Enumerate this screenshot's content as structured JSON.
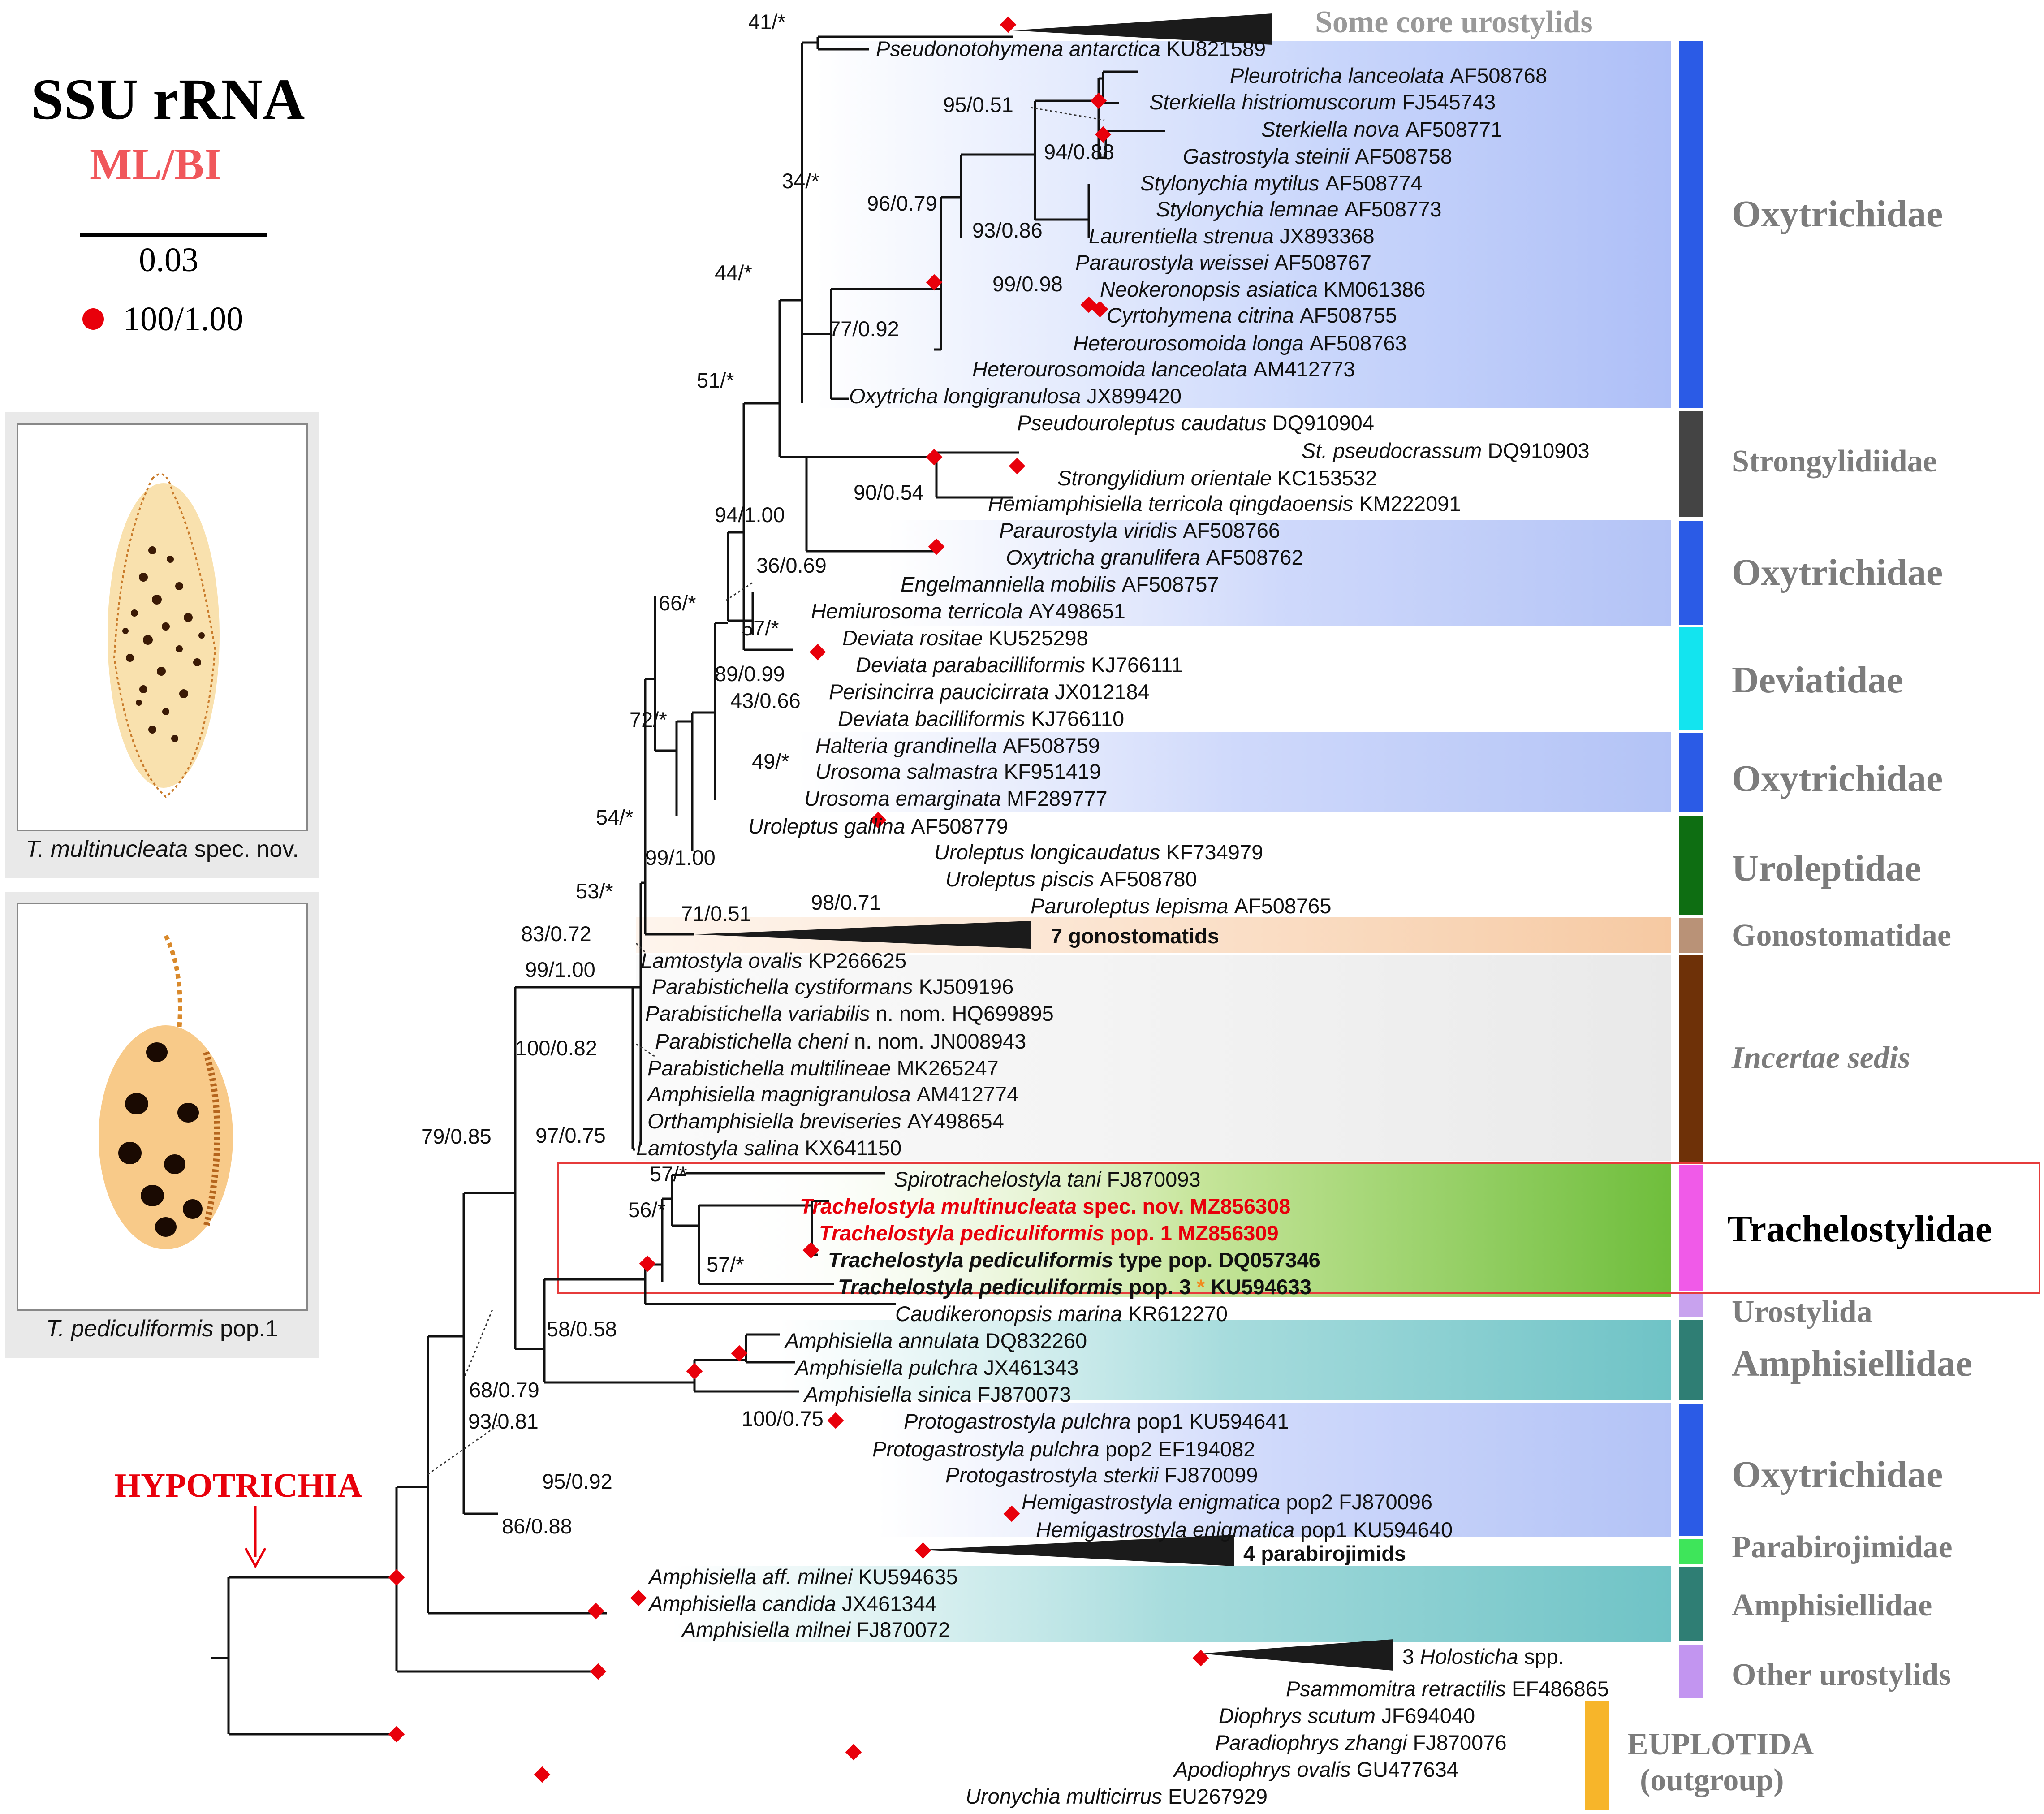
{
  "legend": {
    "title": "SSU rRNA",
    "subtitle": "ML/BI",
    "scale_value": "0.03",
    "full_support": "100/1.00"
  },
  "clade_label": "HYPOTRICHIA",
  "panels": [
    {
      "species": "T. multinucleata",
      "suffix": " spec. nov."
    },
    {
      "species": "T. pediculiformis",
      "suffix": " pop.1"
    }
  ],
  "taxa": [
    {
      "sp": "Pseudonotohymena antarctica",
      "acc": "KU821589"
    },
    {
      "sp": "Pleurotricha lanceolata",
      "acc": "AF508768"
    },
    {
      "sp": "Sterkiella histriomuscorum",
      "acc": "FJ545743"
    },
    {
      "sp": "Sterkiella nova",
      "acc": "AF508771"
    },
    {
      "sp": "Gastrostyla steinii",
      "acc": "AF508758"
    },
    {
      "sp": "Stylonychia mytilus",
      "acc": "AF508774"
    },
    {
      "sp": "Stylonychia lemnae",
      "acc": "AF508773"
    },
    {
      "sp": "Laurentiella strenua",
      "acc": "JX893368"
    },
    {
      "sp": "Paraurostyla weissei",
      "acc": "AF508767"
    },
    {
      "sp": "Neokeronopsis asiatica",
      "acc": "KM061386"
    },
    {
      "sp": "Cyrtohymena citrina",
      "acc": "AF508755"
    },
    {
      "sp": "Heterourosomoida longa",
      "acc": "AF508763"
    },
    {
      "sp": "Heterourosomoida lanceolata",
      "acc": "AM412773"
    },
    {
      "sp": "Oxytricha longigranulosa",
      "acc": "JX899420"
    },
    {
      "sp": "Pseudouroleptus caudatus",
      "acc": "DQ910904"
    },
    {
      "sp": "St. pseudocrassum",
      "acc": "DQ910903"
    },
    {
      "sp": "Strongylidium orientale",
      "acc": "KC153532"
    },
    {
      "sp": "Hemiamphisiella terricola qingdaoensis",
      "acc": "KM222091"
    },
    {
      "sp": "Paraurostyla viridis",
      "acc": "AF508766"
    },
    {
      "sp": "Oxytricha granulifera",
      "acc": "AF508762"
    },
    {
      "sp": "Engelmanniella mobilis",
      "acc": "AF508757"
    },
    {
      "sp": "Hemiurosoma terricola",
      "acc": "AY498651"
    },
    {
      "sp": "Deviata rositae",
      "acc": "KU525298"
    },
    {
      "sp": "Deviata parabacilliformis",
      "acc": "KJ766111"
    },
    {
      "sp": "Perisincirra paucicirrata",
      "acc": "JX012184"
    },
    {
      "sp": "Deviata bacilliformis",
      "acc": "KJ766110"
    },
    {
      "sp": "Halteria grandinella",
      "acc": "AF508759"
    },
    {
      "sp": "Urosoma salmastra",
      "acc": "KF951419"
    },
    {
      "sp": "Urosoma emarginata",
      "acc": "MF289777"
    },
    {
      "sp": "Uroleptus gallina",
      "acc": "AF508779"
    },
    {
      "sp": "Uroleptus longicaudatus",
      "acc": "KF734979"
    },
    {
      "sp": "Uroleptus piscis",
      "acc": "AF508780"
    },
    {
      "sp": "Paruroleptus lepisma",
      "acc": "AF508765"
    },
    {
      "sp": "Lamtostyla ovalis",
      "acc": "KP266625"
    },
    {
      "sp": "Parabistichella cystiformans",
      "acc": "KJ509196"
    },
    {
      "sp": "Parabistichella variabilis",
      "mid": "n. nom.",
      "acc": "HQ699895"
    },
    {
      "sp": "Parabistichella cheni",
      "mid": "n. nom.",
      "acc": "JN008943"
    },
    {
      "sp": "Parabistichella multilineae",
      "acc": "MK265247"
    },
    {
      "sp": "Amphisiella magnigranulosa",
      "acc": "AM412774"
    },
    {
      "sp": "Orthamphisiella breviseries",
      "acc": "AY498654"
    },
    {
      "sp": "Lamtostyla salina",
      "acc": "KX641150"
    },
    {
      "sp": "Spirotrachelostyla tani",
      "acc": "FJ870093"
    },
    {
      "sp": "Trachelostyla multinucleata",
      "mid": "spec. nov.",
      "acc": "MZ856308"
    },
    {
      "sp": "Trachelostyla pediculiformis",
      "mid": "pop. 1",
      "acc": "MZ856309"
    },
    {
      "sp": "Trachelostyla pediculiformis",
      "mid": "type pop.",
      "acc": "DQ057346"
    },
    {
      "sp": "Trachelostyla pediculiformis",
      "mid": "pop. 3",
      "mark": "*",
      "acc": "KU594633"
    },
    {
      "sp": "Caudikeronopsis marina",
      "acc": "KR612270"
    },
    {
      "sp": "Amphisiella annulata",
      "acc": "DQ832260"
    },
    {
      "sp": "Amphisiella pulchra",
      "acc": "JX461343"
    },
    {
      "sp": "Amphisiella sinica",
      "acc": "FJ870073"
    },
    {
      "sp": "Protogastrostyla pulchra",
      "mid": "pop1",
      "acc": "KU594641"
    },
    {
      "sp": "Protogastrostyla pulchra",
      "mid": "pop2",
      "acc": "EF194082"
    },
    {
      "sp": "Protogastrostyla sterkii",
      "acc": "FJ870099"
    },
    {
      "sp": "Hemigastrostyla enigmatica",
      "mid": "pop2",
      "acc": "FJ870096"
    },
    {
      "sp": "Hemigastrostyla enigmatica",
      "mid": "pop1",
      "acc": "KU594640"
    },
    {
      "sp": "Amphisiella aff. milnei",
      "acc": "KU594635"
    },
    {
      "sp": "Amphisiella candida",
      "acc": "JX461344"
    },
    {
      "sp": "Amphisiella milnei",
      "acc": "FJ870072"
    },
    {
      "sp": "Psammomitra retractilis",
      "acc": "EF486865"
    },
    {
      "sp": "Diophrys scutum",
      "acc": "JF694040"
    },
    {
      "sp": "Paradiophrys zhangi",
      "acc": "FJ870076"
    },
    {
      "sp": "Apodiophrys ovalis",
      "acc": "GU477634"
    },
    {
      "sp": "Uronychia multicirrus",
      "acc": "EU267929"
    }
  ],
  "collapsed": [
    {
      "label": "Some core urostylids"
    },
    {
      "label": "7 gonostomatids"
    },
    {
      "label": "4 parabirojimids"
    },
    {
      "count": "3",
      "sp": "Holosticha",
      "suffix": "spp."
    }
  ],
  "supports": [
    "41/*",
    "95/0.51",
    "34/*",
    "94/0.88",
    "96/0.79",
    "93/0.86",
    "44/*",
    "99/0.98",
    "77/0.92",
    "51/*",
    "94/1.00",
    "90/0.54",
    "36/0.69",
    "66/*",
    "57/*",
    "89/0.99",
    "72/*",
    "43/0.66",
    "49/*",
    "54/*",
    "99/1.00",
    "98/0.71",
    "53/*",
    "71/0.51",
    "83/0.72",
    "99/1.00",
    "100/0.82",
    "97/0.75",
    "79/0.85",
    "57/*",
    "56/*",
    "57/*",
    "58/0.58",
    "68/0.79",
    "93/0.81",
    "100/0.75",
    "95/0.92",
    "86/0.88"
  ],
  "families": [
    {
      "name": "Oxytrichidae",
      "color": "#2b5be6"
    },
    {
      "name": "Strongylidiidae",
      "color": "#444444"
    },
    {
      "name": "Oxytrichidae",
      "color": "#2b5be6"
    },
    {
      "name": "Deviatidae",
      "color": "#13e4ef"
    },
    {
      "name": "Oxytrichidae",
      "color": "#2b5be6"
    },
    {
      "name": "Uroleptidae",
      "color": "#0e6e12"
    },
    {
      "name": "Gonostomatidae",
      "color": "#b99277"
    },
    {
      "name": "Incertae sedis",
      "color": "#6e3108"
    },
    {
      "name": "Trachelostylidae",
      "color": "#f05ae8"
    },
    {
      "name": "Urostylida",
      "color": "#c8a2ee"
    },
    {
      "name": "Amphisiellidae",
      "color": "#2f7e74"
    },
    {
      "name": "Oxytrichidae",
      "color": "#2b5be6"
    },
    {
      "name": "Parabirojimidae",
      "color": "#3ee55a"
    },
    {
      "name": "Amphisiellidae",
      "color": "#2f7e74"
    },
    {
      "name": "Other urostylids",
      "color": "#c295f0"
    },
    {
      "name": "EUPLOTIDA",
      "sub": "(outgroup)",
      "color": "#f7b52a"
    }
  ]
}
